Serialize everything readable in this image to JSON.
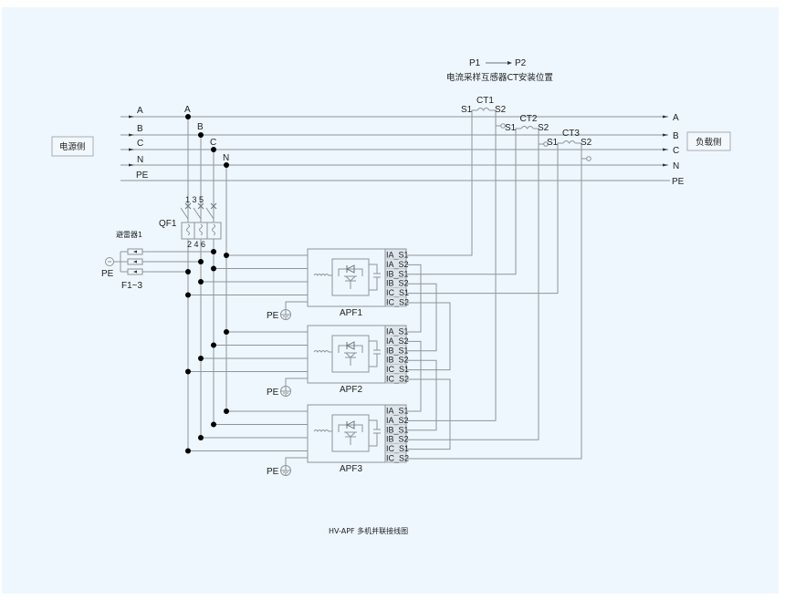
{
  "diagram": {
    "title": "HV-APF 多机并联接线图",
    "ct_note": {
      "p1": "P1",
      "p2": "P2",
      "caption": "电流采样互感器CT安装位置"
    },
    "source_side_label": "电源侧",
    "load_side_label": "负载侧",
    "bus_lines": [
      {
        "id": "A",
        "label": "A"
      },
      {
        "id": "B",
        "label": "B"
      },
      {
        "id": "C",
        "label": "C"
      },
      {
        "id": "N",
        "label": "N"
      },
      {
        "id": "PE",
        "label": "PE"
      }
    ],
    "tap_labels": [
      "A",
      "B",
      "C",
      "N"
    ],
    "breaker": {
      "label": "QF1",
      "top_pins": "1 3 5",
      "bottom_pins": "2 4 6"
    },
    "surge_arrester": {
      "label": "避雷器1",
      "fuse_label": "F1~3",
      "ground_label": "PE"
    },
    "current_transformers": [
      {
        "label": "CT1",
        "s1": "S1",
        "s2": "S2",
        "phase": "A"
      },
      {
        "label": "CT2",
        "s1": "S1",
        "s2": "S2",
        "phase": "B"
      },
      {
        "label": "CT3",
        "s1": "S1",
        "s2": "S2",
        "phase": "C"
      }
    ],
    "apf_units": [
      {
        "label": "APF1",
        "ground_label": "PE"
      },
      {
        "label": "APF2",
        "ground_label": "PE"
      },
      {
        "label": "APF3",
        "ground_label": "PE"
      }
    ],
    "terminals": [
      "IA_S1",
      "IA_S2",
      "IB_S1",
      "IB_S2",
      "IC_S1",
      "IC_S2"
    ]
  }
}
